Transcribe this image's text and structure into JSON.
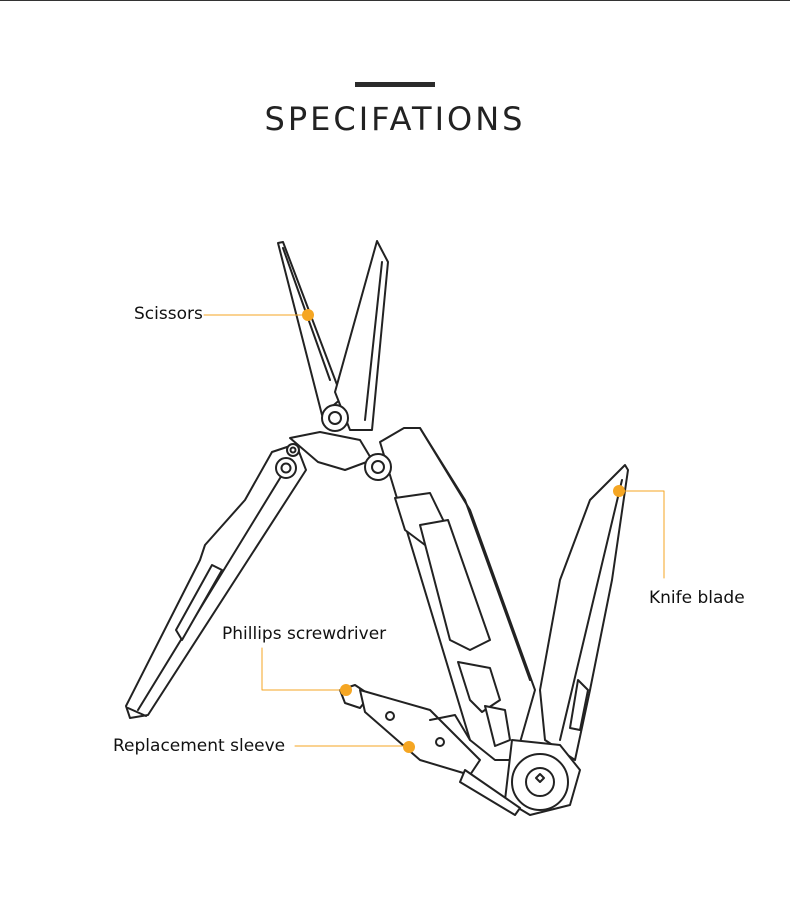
{
  "page": {
    "title": "SPECIFATIONS"
  },
  "labels": {
    "scissors": "Scissors",
    "knife_blade": "Knife blade",
    "phillips_screwdriver": "Phillips screwdriver",
    "replacement_sleeve": "Replacement sleeve"
  },
  "colors": {
    "accent": "#F5A623",
    "line": "#222222",
    "title_bar": "#2b2b2b"
  }
}
